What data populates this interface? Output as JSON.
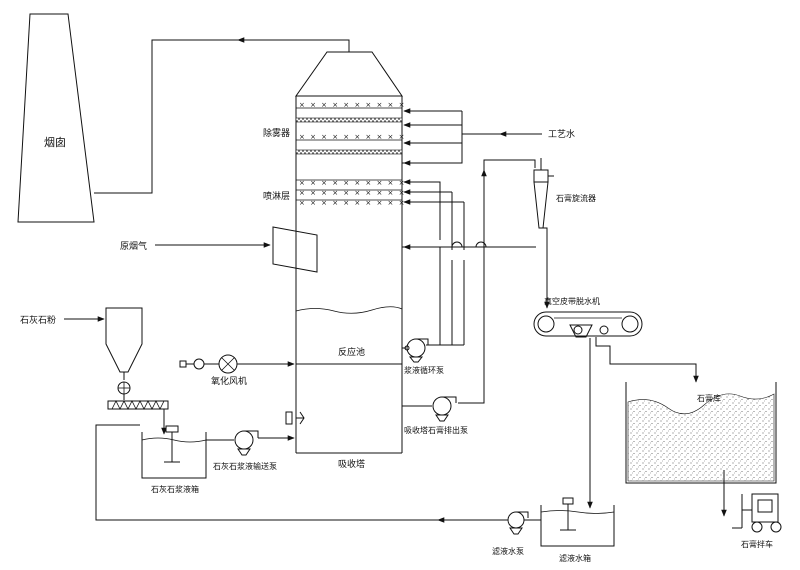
{
  "labels": {
    "chimney": "烟囱",
    "demister": "除雾器",
    "spray_layer": "喷淋层",
    "process_water": "工艺水",
    "raw_flue_gas": "原烟气",
    "gypsum_cyclone": "石膏旋流器",
    "limestone_powder": "石灰石粉",
    "vacuum_belt_filter": "真空皮带脱水机",
    "reaction_tank": "反应池",
    "oxidation_fan": "氧化风机",
    "recirculation_pump": "浆液循环泵",
    "gypsum_discharge_pump": "吸收塔石膏排出泵",
    "gypsum_pile": "石膏库",
    "slurry_feed_pump": "石灰石浆液输送泵",
    "absorber": "吸收塔",
    "slurry_tank": "石灰石浆液箱",
    "filtrate_pump": "滤液水泵",
    "filtrate_tank": "滤液水箱",
    "gypsum_truck": "石膏拌车"
  }
}
